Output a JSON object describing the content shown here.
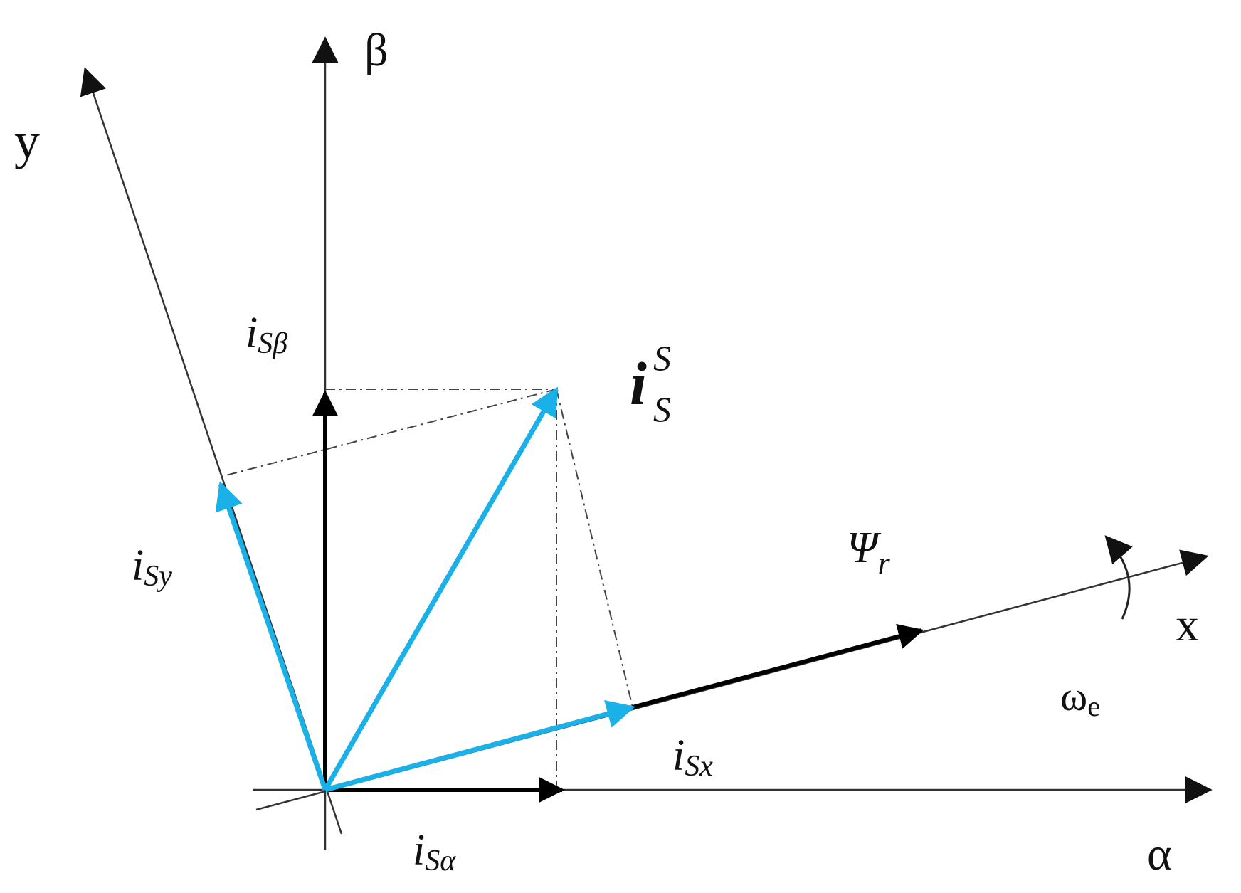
{
  "axes": {
    "alpha": "α",
    "beta": "β",
    "x": "x",
    "y": "y"
  },
  "vectors": {
    "stator_current": {
      "main": "i",
      "sup": "S",
      "sub": "S"
    },
    "i_s_alpha": {
      "main": "i",
      "sub": "Sα"
    },
    "i_s_beta": {
      "main": "i",
      "sub": "Sβ"
    },
    "i_s_x": {
      "main": "i",
      "sub": "Sx"
    },
    "i_s_y": {
      "main": "i",
      "sub": "Sy"
    },
    "rotor_flux": {
      "main": "Ψ",
      "sub": "r"
    }
  },
  "rotation": {
    "main": "ω",
    "sub": "e"
  },
  "colors": {
    "axis": "#333333",
    "projection": "#000000",
    "current_vector": "#1ab0e8",
    "guide": "#444444",
    "text": "#111111"
  }
}
